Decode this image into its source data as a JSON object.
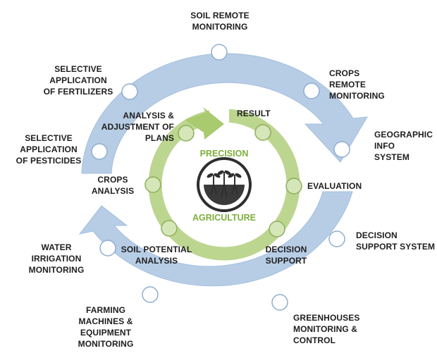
{
  "center": {
    "title_top": "PRECISION",
    "title_bottom": "AGRICULTURE",
    "icon": "seedling-soil-icon"
  },
  "outer_cycle": [
    "SOIL REMOTE\nMONITORING",
    "CROPS\nREMOTE\nMONITORING",
    "GEOGRAPHIC\nINFO\nSYSTEM",
    "DECISION\nSUPPORT SYSTEM",
    "GREENHOUSES\nMONITORING &\nCONTROL",
    "FARMING\nMACHINES &\nEQUIPMENT\nMONITORING",
    "WATER\nIRRIGATION\nMONITORING",
    "SELECTIVE\nAPPLICATION\nOF PESTICIDES",
    "SELECTIVE\nAPPLICATION\nOF FERTILIZERS"
  ],
  "inner_cycle": [
    "RESULT",
    "EVALUATION",
    "DECISION\nSUPPORT",
    "SOIL POTENTIAL\nANALYSIS",
    "CROPS\nANALYSIS",
    "ANALYSIS &\nADJUSTMENT OF\nPLANS"
  ],
  "colors": {
    "outer_ring": "#b7cde5",
    "outer_ring_stroke": "#9bb8d8",
    "inner_ring": "#b9d48c",
    "inner_node": "#d5e6b8",
    "inner_node_stroke": "#8fae5a",
    "center_text": "#7fae3d",
    "center_disc": "#2f2f2f",
    "text": "#1e1e1e"
  }
}
